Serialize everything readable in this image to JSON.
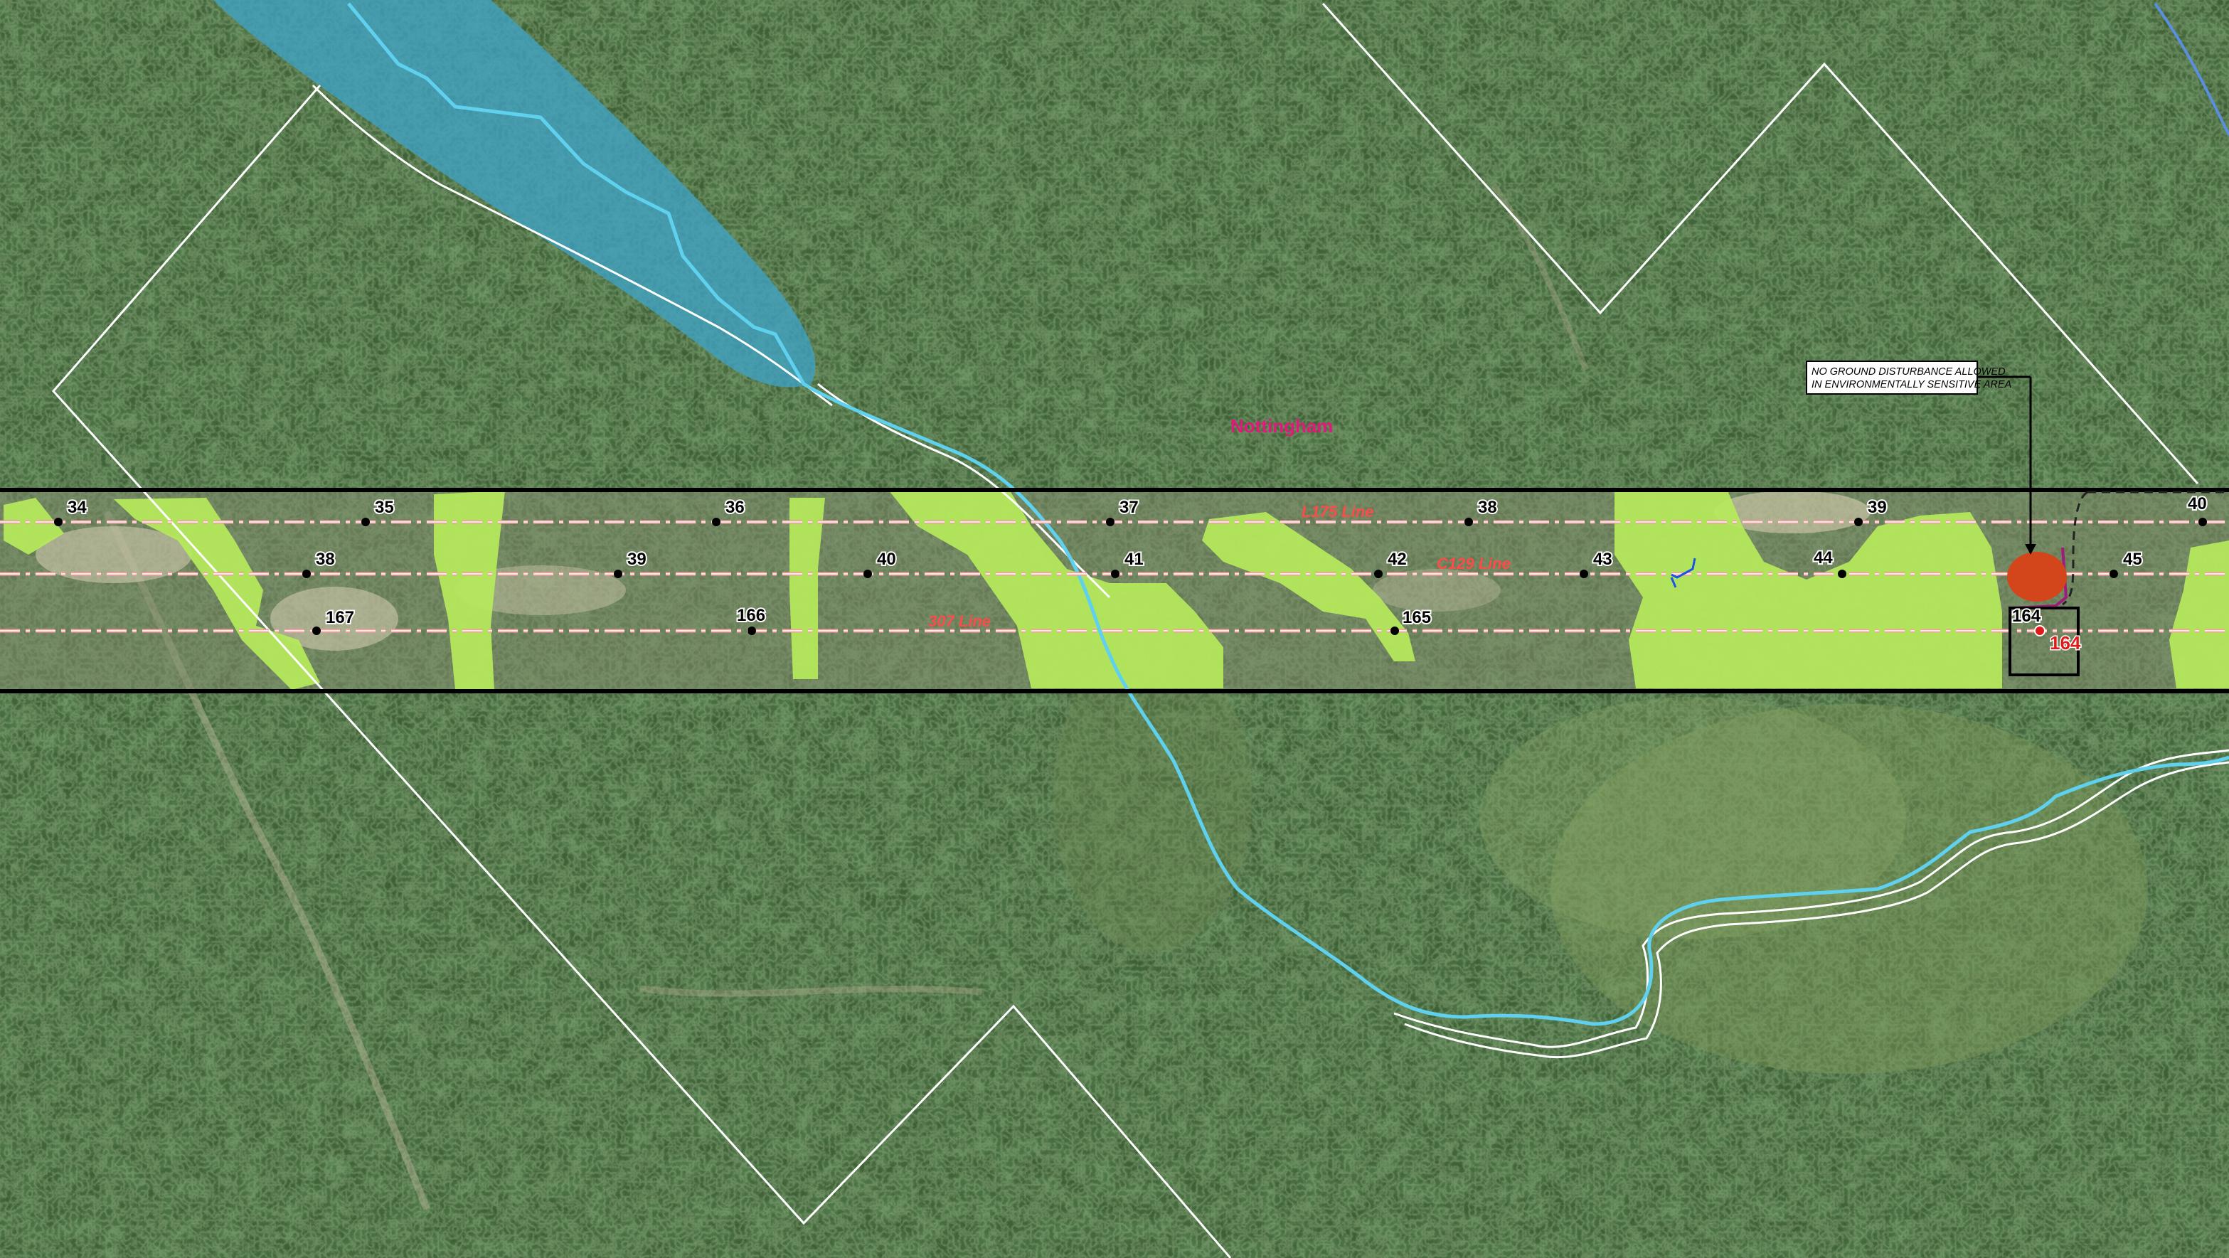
{
  "place_label": "Nottingham",
  "callout": {
    "line1": "NO GROUND DISTURBANCE ALLOWED",
    "line2": "IN ENVIRONMENTALLY SENSITIVE AREA"
  },
  "line_labels": {
    "l175": "L175 Line",
    "c129": "C129 Line",
    "l307": "307 Line"
  },
  "structures": {
    "l175": [
      "34",
      "35",
      "36",
      "37",
      "38",
      "39",
      "40"
    ],
    "c129": [
      "38",
      "39",
      "40",
      "41",
      "42",
      "43",
      "44",
      "45"
    ],
    "l307": [
      "167",
      "166",
      "165",
      "164"
    ]
  },
  "highlight_structure": "164",
  "colors": {
    "wetland": "#b6ea5c",
    "stream": "#5fd0ee",
    "pond": "#3fa3c4",
    "sensitive_area": "#d3451b",
    "place_label": "#e0197b",
    "line_label": "#ff4a4a",
    "corridor_border": "#000000",
    "parcel_line": "#ffffff"
  }
}
